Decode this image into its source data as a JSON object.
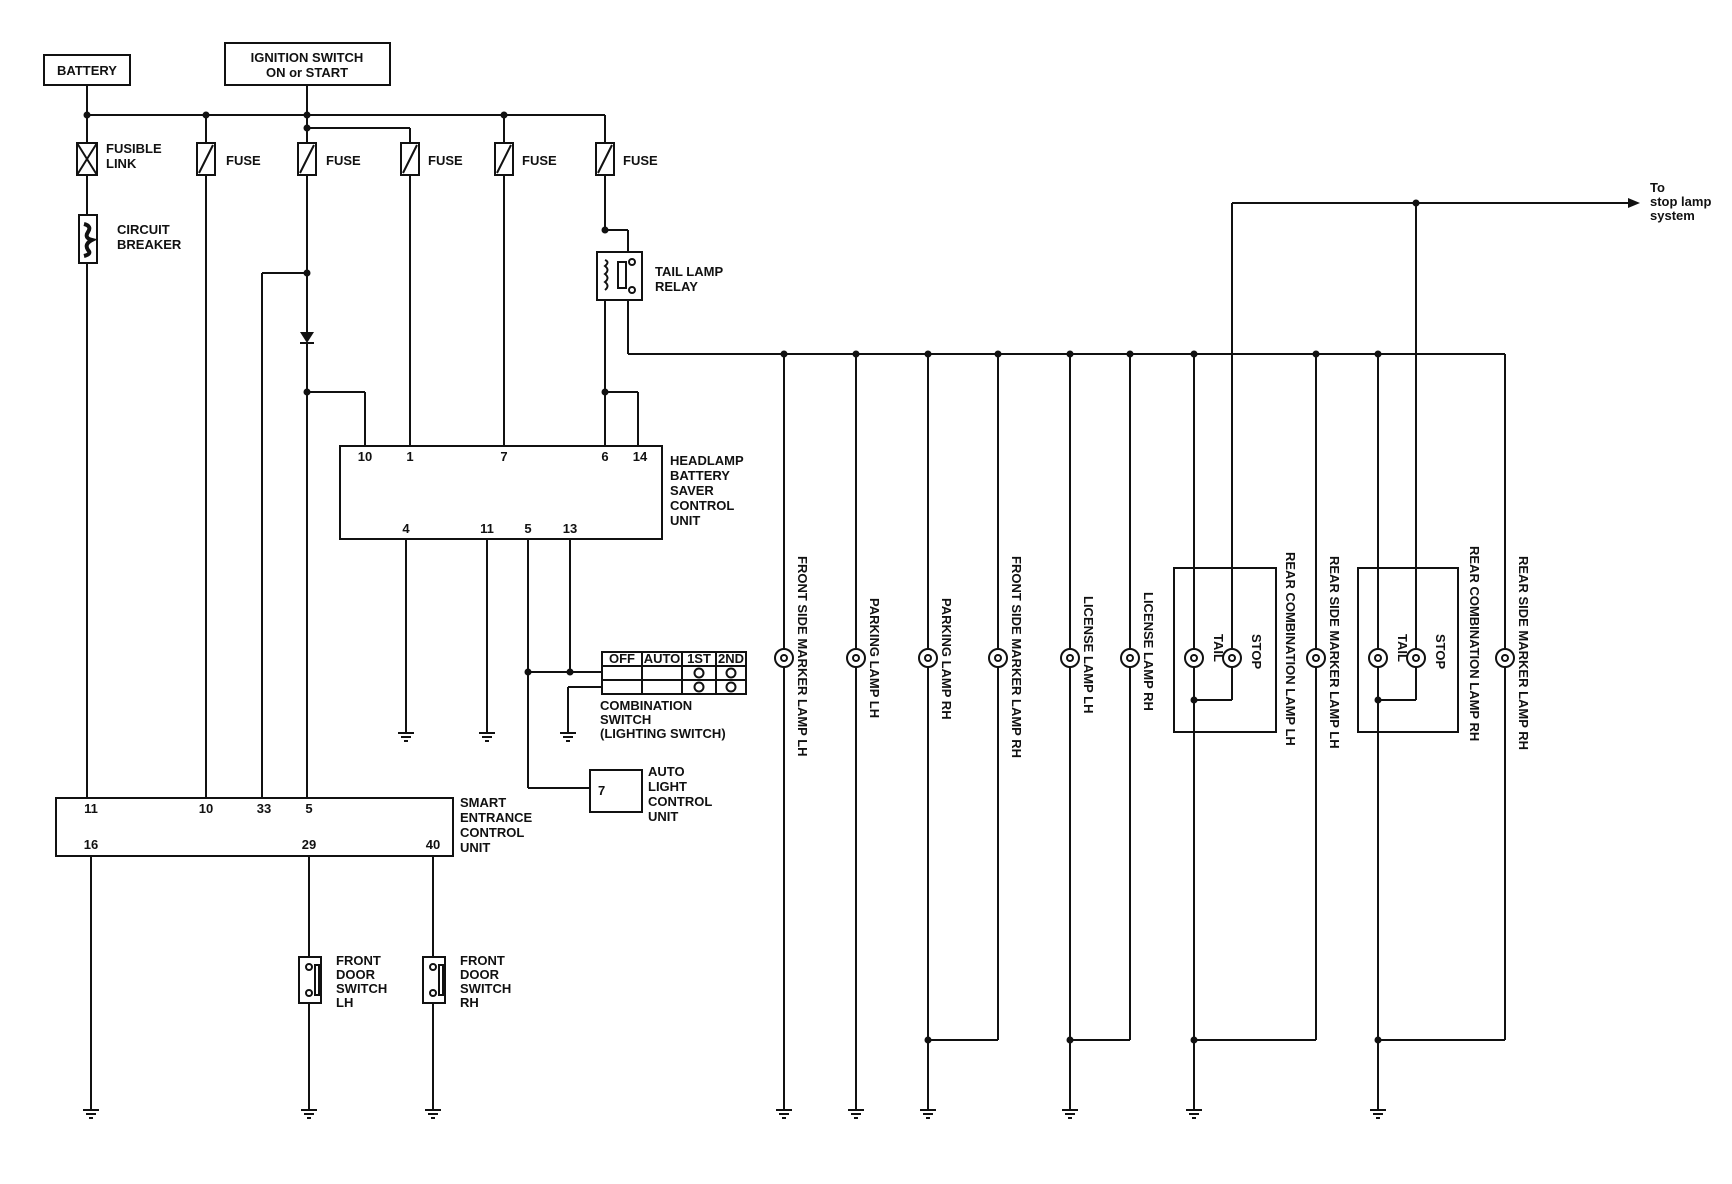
{
  "sources": {
    "battery": "BATTERY",
    "ignition_line1": "IGNITION SWITCH",
    "ignition_line2": "ON or START"
  },
  "fuses": {
    "fusible_link": [
      "FUSIBLE",
      "LINK"
    ],
    "fuse": "FUSE",
    "circuit_breaker": [
      "CIRCUIT",
      "BREAKER"
    ]
  },
  "tail_lamp_relay": [
    "TAIL LAMP",
    "RELAY"
  ],
  "stop_lamp_note": [
    "To",
    "stop lamp",
    "system"
  ],
  "headlamp_unit": {
    "label": [
      "HEADLAMP",
      "BATTERY",
      "SAVER",
      "CONTROL",
      "UNIT"
    ],
    "pins_top": [
      "10",
      "1",
      "7",
      "6",
      "14"
    ],
    "pins_bottom": [
      "4",
      "11",
      "5",
      "13"
    ]
  },
  "combination_switch": {
    "headers": [
      "OFF",
      "AUTO",
      "1ST",
      "2ND"
    ],
    "label": [
      "COMBINATION",
      "SWITCH",
      "(LIGHTING SWITCH)"
    ]
  },
  "auto_light_unit": {
    "pin": "7",
    "label": [
      "AUTO",
      "LIGHT",
      "CONTROL",
      "UNIT"
    ]
  },
  "smart_entrance_unit": {
    "label": [
      "SMART",
      "ENTRANCE",
      "CONTROL",
      "UNIT"
    ],
    "pins_top": [
      "11",
      "10",
      "33",
      "5"
    ],
    "pins_bottom": [
      "16",
      "29",
      "40"
    ]
  },
  "door_switches": {
    "lh": [
      "FRONT",
      "DOOR",
      "SWITCH",
      "LH"
    ],
    "rh": [
      "FRONT",
      "DOOR",
      "SWITCH",
      "RH"
    ]
  },
  "lamps": [
    "FRONT SIDE MARKER LAMP LH",
    "PARKING LAMP LH",
    "PARKING LAMP RH",
    "FRONT SIDE MARKER LAMP RH",
    "LICENSE LAMP LH",
    "LICENSE LAMP RH",
    "REAR SIDE MARKER LAMP LH",
    "REAR SIDE MARKER LAMP RH"
  ],
  "rear_combination": {
    "lh": "REAR COMBINATION LAMP LH",
    "rh": "REAR COMBINATION LAMP RH",
    "stop": "STOP",
    "tail": "TAIL"
  }
}
